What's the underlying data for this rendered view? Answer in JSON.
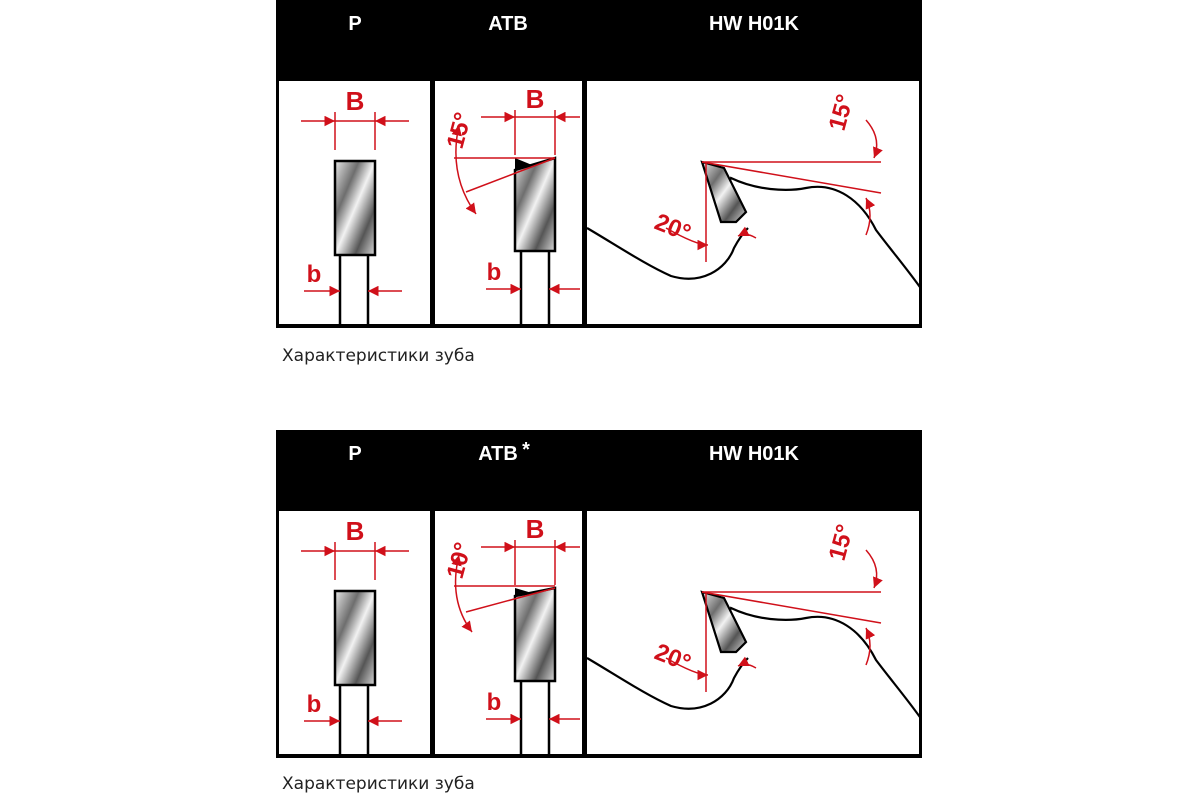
{
  "colors": {
    "header_bg": "#000000",
    "header_text": "#ffffff",
    "dimension": "#d0101a",
    "outline": "#000000",
    "panel_bg": "#ffffff"
  },
  "icons": [
    "rectangular-tooth-icon",
    "bevel-tooth-icon",
    "saw-tooth-profile-icon",
    "dimension-arrow-icon"
  ],
  "top": {
    "headers": {
      "p": "P",
      "atb": "ATB",
      "hw": "HW H01K"
    },
    "p": {
      "width_label": "B",
      "thickness_label": "b"
    },
    "atb": {
      "width_label": "B",
      "thickness_label": "b",
      "bevel_angle": "15°"
    },
    "hw": {
      "rake_angle": "20°",
      "clearance_angle": "15°"
    },
    "caption": "Характеристики зуба"
  },
  "bottom": {
    "headers": {
      "p": "P",
      "atb": "ATB",
      "atb_mark": "*",
      "hw": "HW H01K"
    },
    "p": {
      "width_label": "B",
      "thickness_label": "b"
    },
    "atb": {
      "width_label": "B",
      "thickness_label": "b",
      "bevel_angle": "10°"
    },
    "hw": {
      "rake_angle": "20°",
      "clearance_angle": "15°"
    },
    "caption": "Характеристики зуба"
  }
}
